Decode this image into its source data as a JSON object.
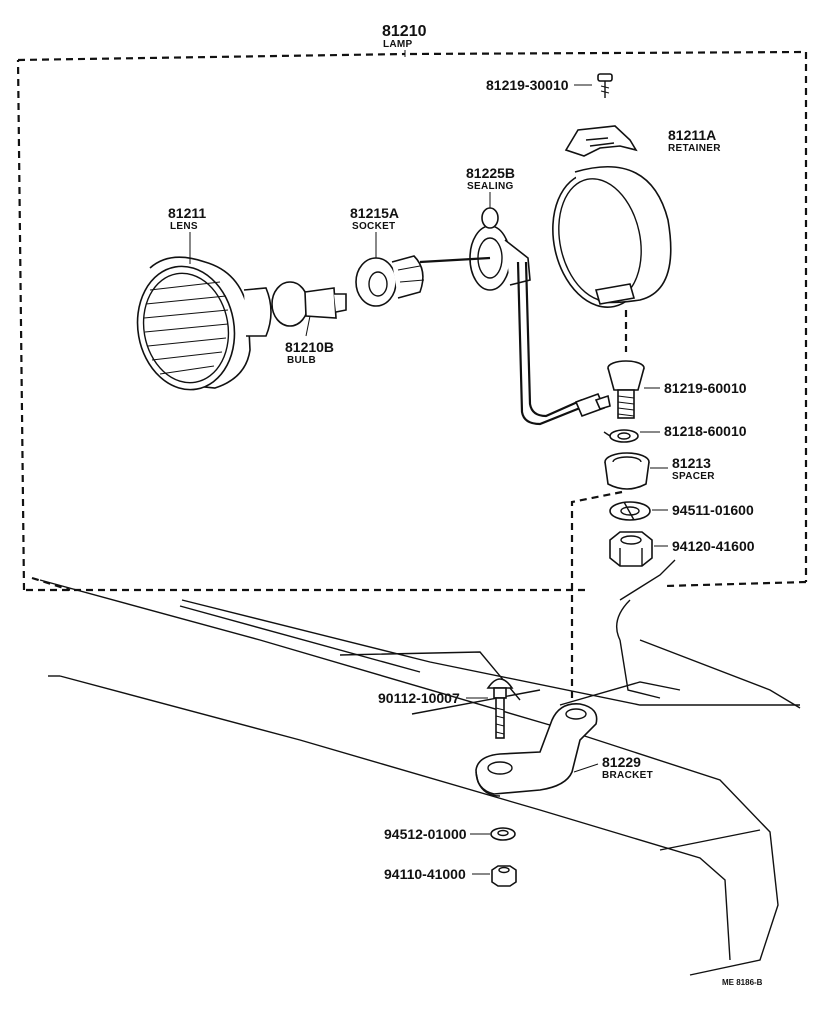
{
  "labels": {
    "lamp": {
      "number": "81210",
      "name": "LAMP"
    },
    "screw": {
      "number": "81219-30010"
    },
    "retainer": {
      "number": "81211A",
      "name": "RETAINER"
    },
    "sealing": {
      "number": "81225B",
      "name": "SEALING"
    },
    "lens": {
      "number": "81211",
      "name": "LENS"
    },
    "socket": {
      "number": "81215A",
      "name": "SOCKET"
    },
    "bulb": {
      "number": "81210B",
      "name": "BULB"
    },
    "bolt": {
      "number": "81219-60010"
    },
    "clip": {
      "number": "81218-60010"
    },
    "spacer": {
      "number": "81213",
      "name": "SPACER"
    },
    "lockwasher": {
      "number": "94511-01600"
    },
    "nut": {
      "number": "94120-41600"
    },
    "carriage_bolt": {
      "number": "90112-10007"
    },
    "bracket": {
      "number": "81229",
      "name": "BRACKET"
    },
    "washer": {
      "number": "94512-01000"
    },
    "small_nut": {
      "number": "94110-41000"
    }
  },
  "reference_code": "ME 8186-B"
}
